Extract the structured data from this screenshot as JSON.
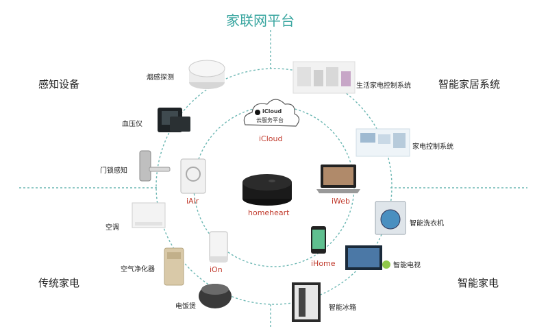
{
  "title": "家联网平台",
  "categories": {
    "sensing": "感知设备",
    "smart_home": "智能家居系统",
    "traditional": "传统家电",
    "smart_appliance": "智能家电"
  },
  "devices": {
    "smoke_detector": "烟感探测",
    "blood_pressure": "血压仪",
    "door_sensor": "门锁感知",
    "air_conditioner": "空调",
    "air_purifier": "空气净化器",
    "rice_cooker": "电饭煲",
    "life_control": "生活家电控制系统",
    "appliance_control": "家电控制系统",
    "smart_washer": "智能洗衣机",
    "smart_tv": "智能电视",
    "smart_fridge": "智能冰箱"
  },
  "core": {
    "icloud": "iCloud",
    "cloud_inner_title": "iCloud",
    "cloud_inner_sub": "云服务平台",
    "iair": "iAir",
    "iweb": "iWeb",
    "ion": "iOn",
    "ihome": "iHome",
    "hub": "homeheart"
  },
  "colors": {
    "accent": "#3aa6a0",
    "dashed": "#6cb7b3",
    "core_label": "#c0392b"
  }
}
